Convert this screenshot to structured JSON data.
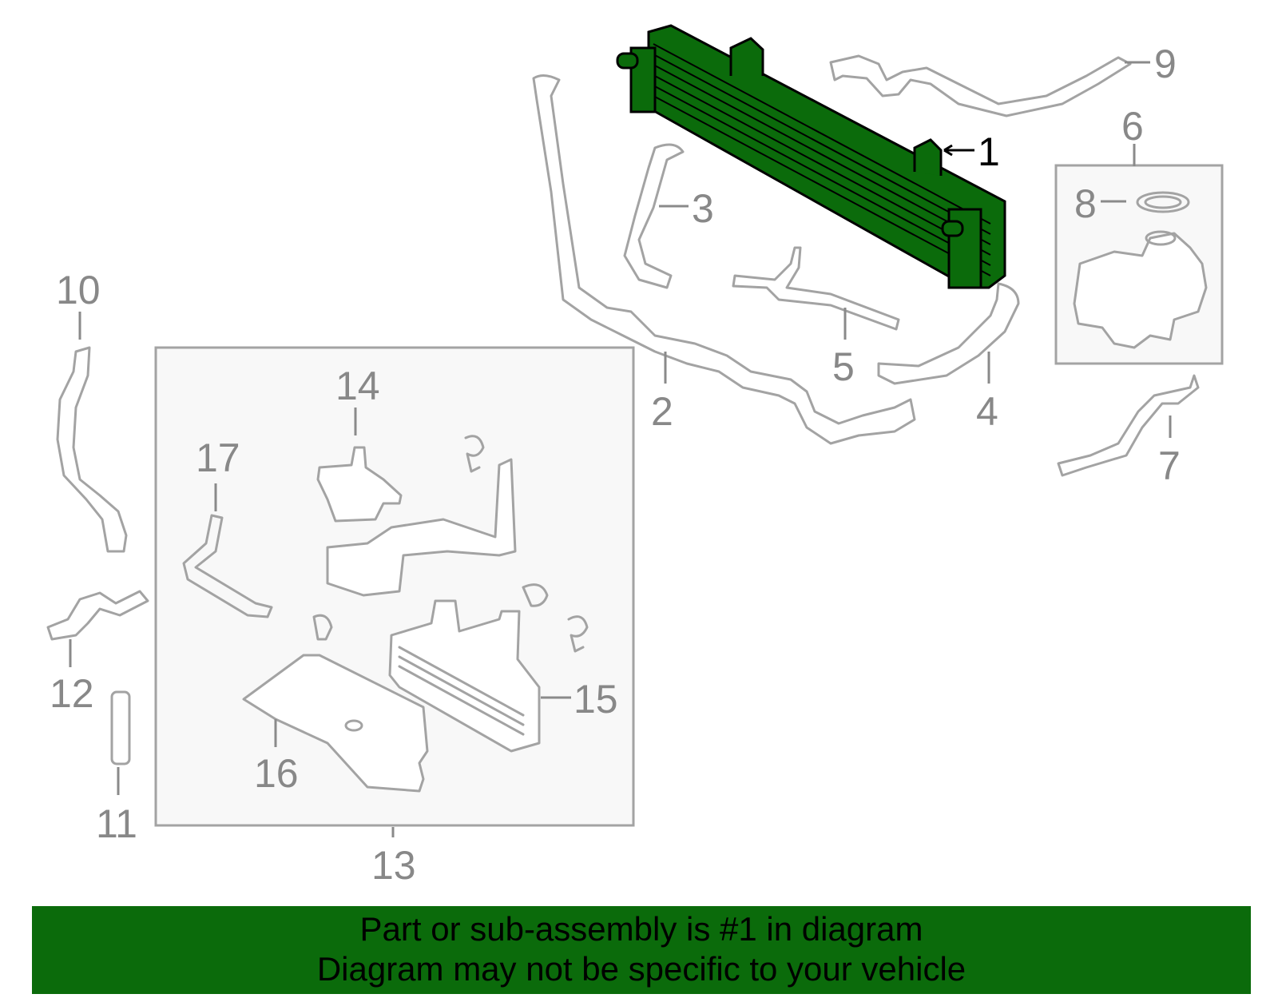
{
  "callouts": {
    "c1": "1",
    "c2": "2",
    "c3": "3",
    "c4": "4",
    "c5": "5",
    "c6": "6",
    "c7": "7",
    "c8": "8",
    "c9": "9",
    "c10": "10",
    "c11": "11",
    "c12": "12",
    "c13": "13",
    "c14": "14",
    "c15": "15",
    "c16": "16",
    "c17": "17"
  },
  "highlight_part": "1",
  "colors": {
    "highlight_fill": "#0b6b0b",
    "part_line": "#a3a3a3",
    "callout_text": "#888888",
    "banner_bg": "#0b6b0b"
  },
  "banner": {
    "line1": "Part or sub-assembly is #1 in diagram",
    "line2": "Diagram may not be specific to your vehicle"
  }
}
